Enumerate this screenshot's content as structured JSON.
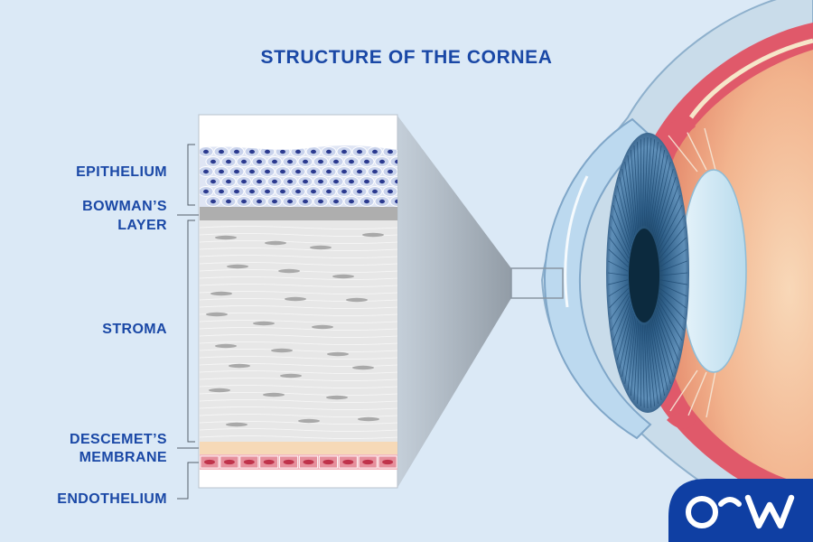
{
  "title": "STRUCTURE OF THE CORNEA",
  "layers": {
    "epithelium": "EPITHELIUM",
    "bowman_line1": "BOWMAN’S",
    "bowman_line2": "LAYER",
    "stroma": "STROMA",
    "descemet_line1": "DESCEMET’S",
    "descemet_line2": "MEMBRANE",
    "endothelium": "ENDOTHELIUM"
  },
  "logo": {
    "text": "OCW"
  },
  "colors": {
    "background": "#dbe9f6",
    "label": "#1a48a6",
    "logo_bg": "#0f3fa3",
    "epithelium_cell": "#c9d3ec",
    "epithelium_nucleus": "#2b3a8f",
    "bowman": "#aeaeae",
    "stroma": "#e7e7e7",
    "descemet": "#f6d9b7",
    "endothelium": "#e68f9c"
  }
}
